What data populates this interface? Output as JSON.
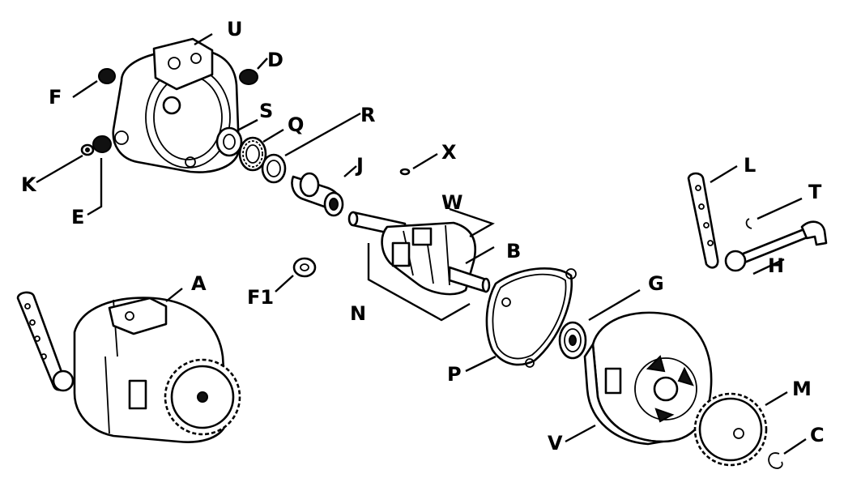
{
  "labels": {
    "U": "U",
    "D": "D",
    "F": "F",
    "S": "S",
    "Q": "Q",
    "R": "R",
    "K": "K",
    "E": "E",
    "X": "X",
    "J": "J",
    "W": "W",
    "B": "B",
    "L": "L",
    "T": "T",
    "H": "H",
    "A": "A",
    "F1": "F1",
    "N": "N",
    "G": "G",
    "P": "P",
    "M": "M",
    "V": "V",
    "C": "C"
  }
}
